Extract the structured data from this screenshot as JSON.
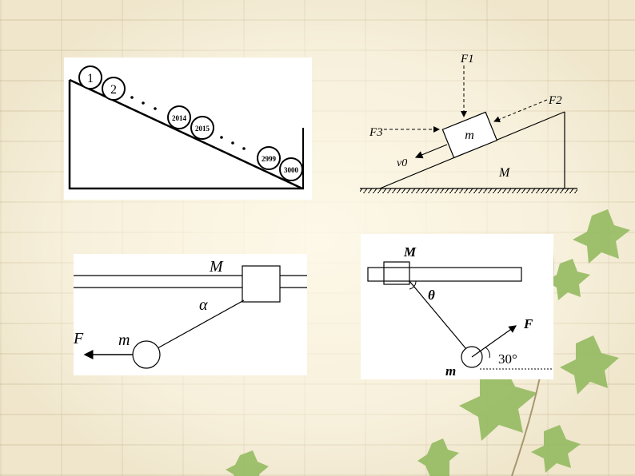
{
  "diagram1": {
    "balls": [
      "1",
      "2",
      "2014",
      "2015",
      "2999",
      "3000"
    ]
  },
  "diagram2": {
    "F1": "F1",
    "F2": "F2",
    "F3": "F3",
    "block": "m",
    "velocity": "v0",
    "incline": "M"
  },
  "diagram3": {
    "slider": "M",
    "angle": "α",
    "force": "F",
    "ball": "m"
  },
  "diagram4": {
    "slider": "M",
    "angle": "θ",
    "force": "F",
    "ball": "m",
    "force_angle": "30°"
  }
}
